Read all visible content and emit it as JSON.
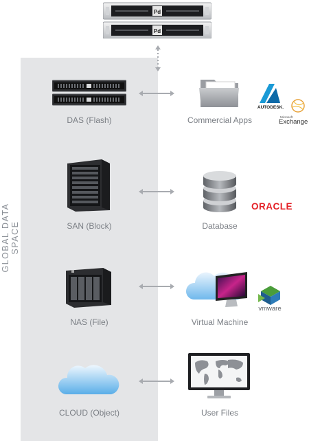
{
  "panel": {
    "label": "GLOBAL DATA SPACE"
  },
  "server_brand": "Pd",
  "rows": [
    {
      "storage": "DAS (Flash)",
      "target": "Commercial Apps"
    },
    {
      "storage": "SAN (Block)",
      "target": "Database"
    },
    {
      "storage": "NAS (File)",
      "target": "Virtual Machine"
    },
    {
      "storage": "CLOUD (Object)",
      "target": "User Files"
    }
  ],
  "logos": {
    "autodesk": "AUTODESK.",
    "exchange_small": "Microsoft",
    "exchange": "Exchange",
    "oracle": "ORACLE",
    "vmware": "vmware"
  },
  "colors": {
    "panel": "#e4e5e7",
    "label": "#7b7f85",
    "oracle": "#e41f26",
    "autodesk": "#1a9ad6",
    "cloud": "#5aaee8"
  }
}
